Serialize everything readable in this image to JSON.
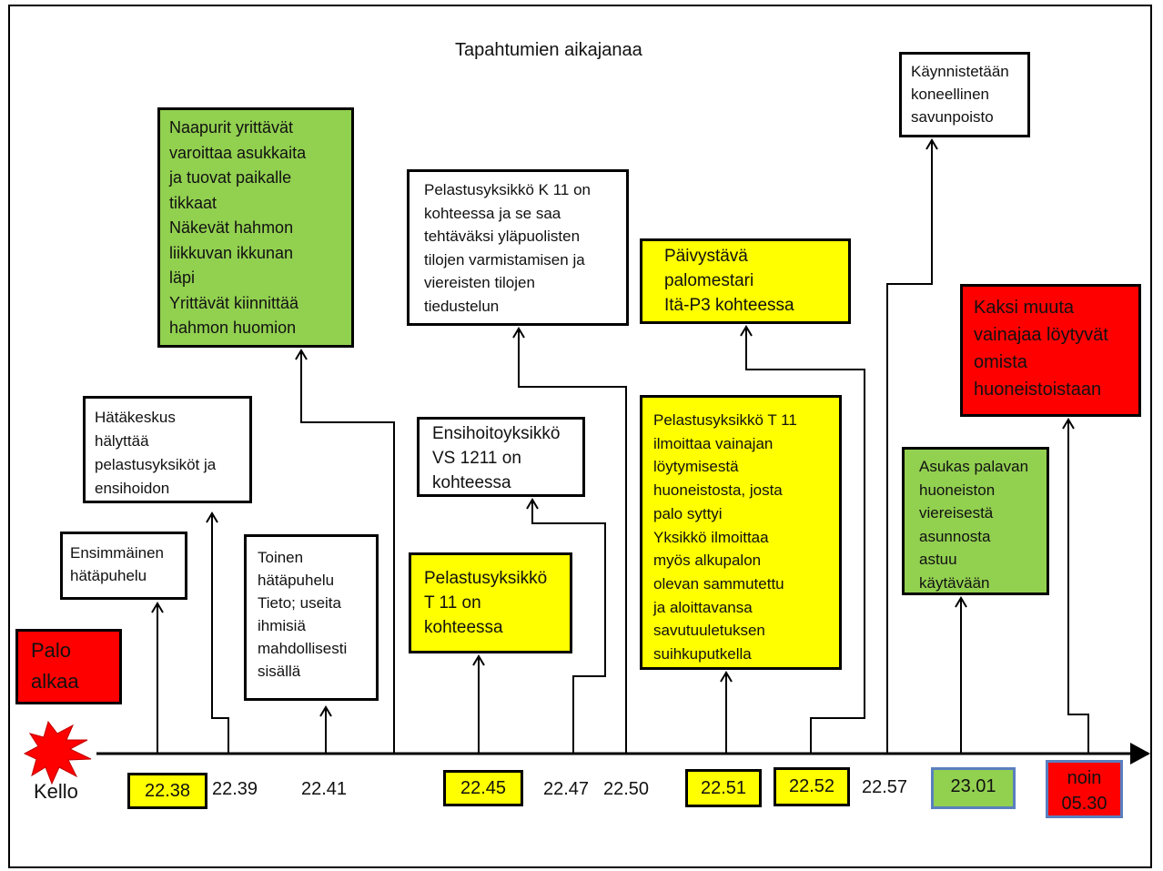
{
  "title": "Tapahtumien aikajanaa",
  "kello_label": "Kello",
  "fire_start": "Palo\nalkaa",
  "events": {
    "first_call": "Ensimmäinen\nhätäpuhelu",
    "dispatch": "Hätäkeskus\nhälyttää\npelastusyksiköt ja\nensihoidon",
    "second_call": "Toinen\nhätäpuhelu\nTieto; useita\nihmisiä\nmahdollisesti\nsisällä",
    "neighbours": "Naapurit yrittävät\nvaroittaa asukkaita\nja tuovat paikalle\ntikkaat\nNäkevät hahmon\nliikkuvan ikkunan\nläpi\nYrittävät kiinnittää\nhahmon huomion",
    "t11_on_site": "Pelastusyksikkö\n T 11 on\nkohteessa",
    "vs1211": "Ensihoitoyksikkö\nVS 1211 on\nkohteessa",
    "k11": "Pelastusyksikkö K 11 on\nkohteessa ja  se saa\ntehtäväksi  yläpuolisten\ntilojen varmistamisen ja\nviereisten tilojen\ntiedustelun",
    "t11_report": "Pelastusyksikkö T 11\nilmoittaa vainajan\nlöytymisestä\nhuoneistosta, josta\npalo syttyi\nYksikkö ilmoittaa\nmyös alkupalon\nolevan sammutettu\nja aloittavansa\nsavutuuletuksen\nsuihkuputkella",
    "duty_chief": "Päivystävä\npalomestari\nItä-P3 kohteessa",
    "smoke_removal": "Käynnistetään\nkoneellinen\nsavunpoisto",
    "resident": "Asukas palavan\nhuoneiston\nviereisestä\nasunnosta\nastuu\nkäytävään",
    "two_more": "Kaksi muuta\nvainajaa löytyvät\nomista\nhuoneistoistaan"
  },
  "times": {
    "t2238": "22.38",
    "t2239": "22.39",
    "t2241": "22.41",
    "t2245": "22.45",
    "t2247": "22.47",
    "t2250": "22.50",
    "t2251": "22.51",
    "t2252": "22.52",
    "t2257": "22.57",
    "t2301": "23.01",
    "t0530": "noin\n05.30"
  },
  "colors": {
    "yellow": "#ffff00",
    "green": "#92d050",
    "red": "#ff0000",
    "time_box_blue_border": "#5a7fbf"
  }
}
